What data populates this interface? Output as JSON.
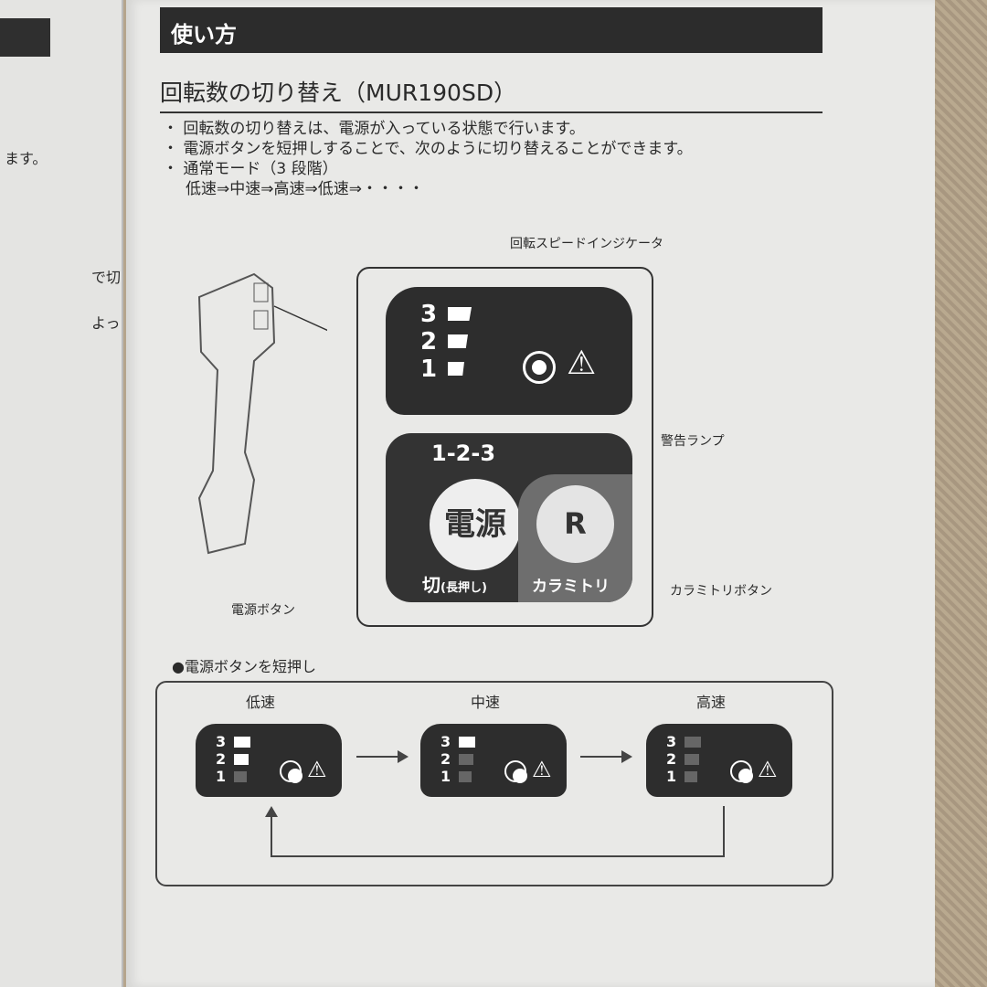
{
  "left_page": {
    "fragments": [
      "ます。",
      "で切",
      "よっ"
    ]
  },
  "header": {
    "section": "使い方"
  },
  "title": "回転数の切り替え（MUR190SD）",
  "bullets": [
    "・ 回転数の切り替えは、電源が入っている状態で行います。",
    "・ 電源ボタンを短押しすることで、次のように切り替えることができます。",
    "・ 通常モード（3 段階）"
  ],
  "sequence": "低速⇒中速⇒高速⇒低速⇒・・・・",
  "diagram": {
    "indicator_label": "回転スピードインジケータ",
    "levels": [
      "3",
      "2",
      "1"
    ],
    "warning_label": "警告ランプ",
    "power_cycle": "1-2-3",
    "power_button_text": "電源",
    "off_text": "切",
    "off_hint": "(長押し)",
    "power_label": "電源ボタン",
    "reverse_letter": "R",
    "reverse_text": "カラミトリ",
    "reverse_label": "カラミトリボタン"
  },
  "flow": {
    "caption": "●電源ボタンを短押し",
    "states": [
      {
        "label": "低速",
        "lit": [
          true,
          true,
          false
        ]
      },
      {
        "label": "中速",
        "lit": [
          true,
          false,
          false
        ]
      },
      {
        "label": "高速",
        "lit": [
          false,
          false,
          false
        ]
      }
    ]
  },
  "colors": {
    "panel": "#2d2d2d",
    "page": "#e9e9e7",
    "carpet": "#b5a58c"
  }
}
